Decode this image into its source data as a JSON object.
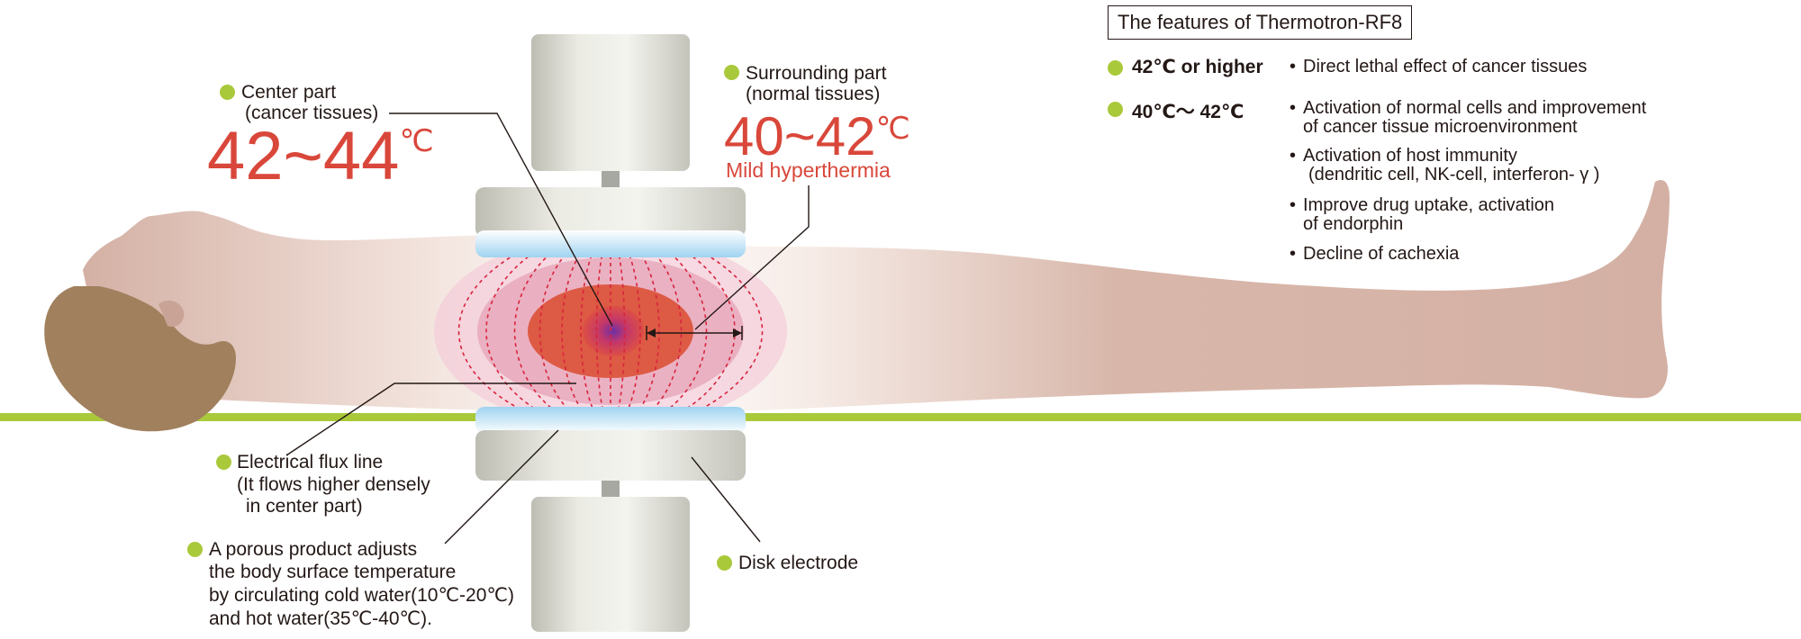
{
  "center_label": [
    "Center part",
    "(cancer tissues)"
  ],
  "center_temp": {
    "value": "42~44",
    "unit": "℃"
  },
  "surround_label": [
    "Surrounding part",
    "(normal tissues)"
  ],
  "surround_temp": {
    "value": "40~42",
    "unit": "℃"
  },
  "surround_sub": "Mild hyperthermia",
  "flux_label": [
    "Electrical flux line",
    "(It flows higher densely",
    "in center part)"
  ],
  "porous_label": [
    "A porous product adjusts",
    "the body surface temperature",
    "by circulating cold water(10℃-20℃)",
    "and hot water(35℃-40℃)."
  ],
  "electrode_label": "Disk electrode",
  "features": {
    "title": "The features of Thermotron-RF8",
    "groups": [
      {
        "heading": "42℃ or higher",
        "bullets": [
          [
            "Direct lethal effect of cancer tissues"
          ]
        ]
      },
      {
        "heading": "40℃～ 42℃",
        "bullets": [
          [
            "Activation of normal cells and improvement",
            "of cancer tissue microenvironment"
          ],
          [
            "Activation of host immunity",
            "(dendritic cell, NK-cell, interferon- γ )"
          ],
          [
            "Improve drug uptake, activation",
            "of endorphin"
          ],
          [
            "Decline of cachexia"
          ]
        ]
      }
    ]
  },
  "colors": {
    "accent_dot": "#a9c93b",
    "temp_red": "#d9473a",
    "skin": "#d4b0a4",
    "hair": "#a1805e",
    "bed": "#a9c93b"
  }
}
